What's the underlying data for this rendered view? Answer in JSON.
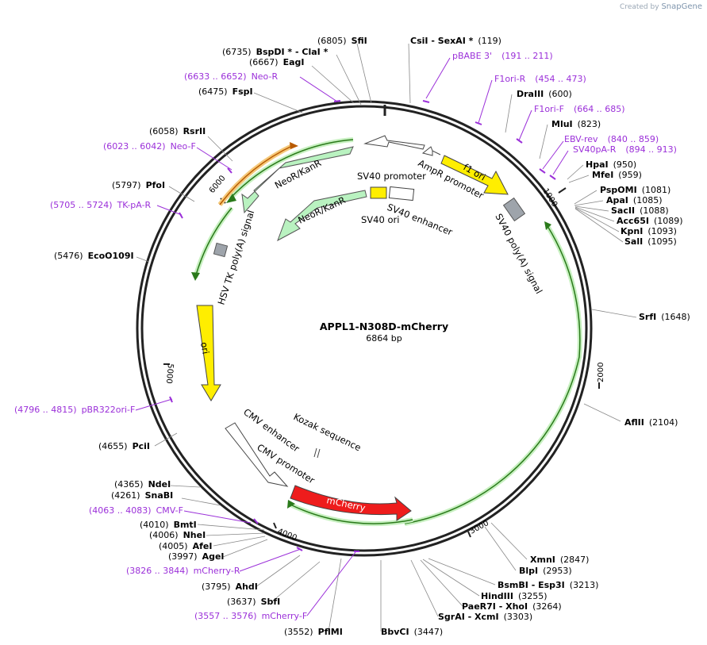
{
  "credit": {
    "prefix": "Created by",
    "brand": "SnapGene"
  },
  "plasmid": {
    "name": "APPL1-N308D-mCherry",
    "length_label": "6864 bp"
  },
  "ruler_ticks": [
    "1000",
    "2000",
    "3000",
    "4000",
    "5000",
    "6000"
  ],
  "sites": [
    {
      "pos": "(6805)",
      "name": "SfiI",
      "side": "L"
    },
    {
      "pos": "(6735)",
      "name": "BspDI * - ClaI *",
      "side": "L"
    },
    {
      "pos": "(6667)",
      "name": "EagI",
      "side": "L"
    },
    {
      "pos": "(6475)",
      "name": "FspI",
      "side": "L"
    },
    {
      "pos": "(6058)",
      "name": "RsrII",
      "side": "L"
    },
    {
      "pos": "(5797)",
      "name": "PfoI",
      "side": "L"
    },
    {
      "pos": "(5476)",
      "name": "EcoO109I",
      "side": "L"
    },
    {
      "pos": "(4655)",
      "name": "PciI",
      "side": "L"
    },
    {
      "pos": "(4365)",
      "name": "NdeI",
      "side": "L"
    },
    {
      "pos": "(4261)",
      "name": "SnaBI",
      "side": "L"
    },
    {
      "pos": "(4010)",
      "name": "BmtI",
      "side": "L"
    },
    {
      "pos": "(4006)",
      "name": "NheI",
      "side": "L"
    },
    {
      "pos": "(4005)",
      "name": "AfeI",
      "side": "L"
    },
    {
      "pos": "(3997)",
      "name": "AgeI",
      "side": "L"
    },
    {
      "pos": "(3795)",
      "name": "AhdI",
      "side": "L"
    },
    {
      "pos": "(3637)",
      "name": "SbfI",
      "side": "L"
    },
    {
      "pos": "(3552)",
      "name": "PflMI",
      "side": "L"
    },
    {
      "pos": "(3447)",
      "name": "BbvCI",
      "side": "R"
    },
    {
      "pos": "(119)",
      "name": "CsiI - SexAI *",
      "side": "R"
    },
    {
      "pos": "(600)",
      "name": "DraIII",
      "side": "R"
    },
    {
      "pos": "(823)",
      "name": "MluI",
      "side": "R"
    },
    {
      "pos": "(950)",
      "name": "HpaI",
      "side": "R"
    },
    {
      "pos": "(959)",
      "name": "MfeI",
      "side": "R"
    },
    {
      "pos": "(1081)",
      "name": "PspOMI",
      "side": "R"
    },
    {
      "pos": "(1085)",
      "name": "ApaI",
      "side": "R"
    },
    {
      "pos": "(1088)",
      "name": "SacII",
      "side": "R"
    },
    {
      "pos": "(1089)",
      "name": "Acc65I",
      "side": "R"
    },
    {
      "pos": "(1093)",
      "name": "KpnI",
      "side": "R"
    },
    {
      "pos": "(1095)",
      "name": "SalI",
      "side": "R"
    },
    {
      "pos": "(1648)",
      "name": "SrfI",
      "side": "R"
    },
    {
      "pos": "(2104)",
      "name": "AflII",
      "side": "R"
    },
    {
      "pos": "(2847)",
      "name": "XmnI",
      "side": "R"
    },
    {
      "pos": "(2953)",
      "name": "BlpI",
      "side": "R"
    },
    {
      "pos": "(3213)",
      "name": "BsmBI - Esp3I",
      "side": "R"
    },
    {
      "pos": "(3255)",
      "name": "HindIII",
      "side": "R"
    },
    {
      "pos": "(3264)",
      "name": "PaeR7I - XhoI",
      "side": "R"
    },
    {
      "pos": "(3303)",
      "name": "SgrAI - XcmI",
      "side": "R"
    }
  ],
  "primers": [
    {
      "name": "pBABE 3'",
      "range": "(191 .. 211)"
    },
    {
      "name": "F1ori-R",
      "range": "(454 .. 473)"
    },
    {
      "name": "F1ori-F",
      "range": "(664 .. 685)"
    },
    {
      "name": "EBV-rev",
      "range": "(840 .. 859)"
    },
    {
      "name": "SV40pA-R",
      "range": "(894 .. 913)"
    },
    {
      "name": "Neo-R",
      "range": "(6633 .. 6652)"
    },
    {
      "name": "Neo-F",
      "range": "(6023 .. 6042)"
    },
    {
      "name": "TK-pA-R",
      "range": "(5705 .. 5724)"
    },
    {
      "name": "pBR322ori-F",
      "range": "(4796 .. 4815)"
    },
    {
      "name": "CMV-F",
      "range": "(4063 .. 4083)"
    },
    {
      "name": "mCherry-R",
      "range": "(3826 .. 3844)"
    },
    {
      "name": "mCherry-F",
      "range": "(3557 .. 3576)"
    }
  ],
  "features": {
    "f1_ori": "f1 ori",
    "ampr_promoter": "AmpR promoter",
    "sv40_polya_right": "SV40 poly(A) signal",
    "sv40_promoter_top": "SV40 promoter",
    "neokanr_outer": "NeoR/KanR",
    "neokanr_inner": "NeoR/KanR",
    "sv40_ori": "SV40 ori",
    "sv40_enhancer": "SV40 enhancer",
    "hsv_tk_polya": "HSV TK poly(A) signal",
    "ori": "ori",
    "cmv_enhancer": "CMV enhancer",
    "cmv_promoter": "CMV promoter",
    "kozak": "Kozak sequence",
    "mcherry": "mCherry"
  },
  "colors": {
    "primer": "#9b30d9",
    "mcherry": "#ee1c1c",
    "yellow_feature": "#ffee00",
    "green_feature": "#b9f2c0",
    "gray_feature": "#9ea4ab"
  }
}
